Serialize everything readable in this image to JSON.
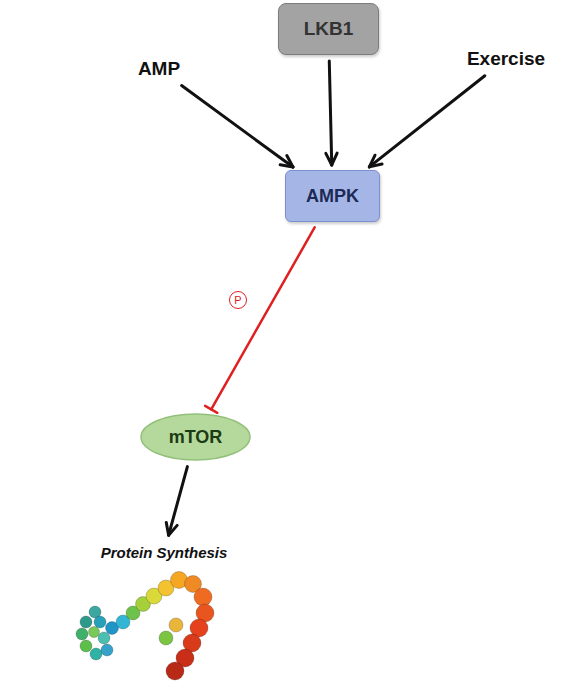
{
  "diagram": {
    "nodes": [
      {
        "text": [
          "AMP"
        ]
      },
      {
        "text": [
          "LKB1"
        ]
      },
      {
        "text": [
          "Exercise"
        ]
      },
      {
        "text": [
          "AMPK"
        ]
      },
      {
        "text": [
          "mTOR"
        ]
      },
      {
        "text": [
          "Protein Synthesis"
        ]
      }
    ],
    "edges": [
      {
        "from": 0,
        "to": 3,
        "arrow": "to"
      },
      {
        "from": 1,
        "to": 3,
        "arrow": "to"
      },
      {
        "from": 2,
        "to": 3,
        "arrow": "to"
      },
      {
        "from": 3,
        "to": 4,
        "label": "P",
        "arrow": "to"
      },
      {
        "from": 4,
        "to": 5,
        "arrow": "to"
      }
    ]
  }
}
